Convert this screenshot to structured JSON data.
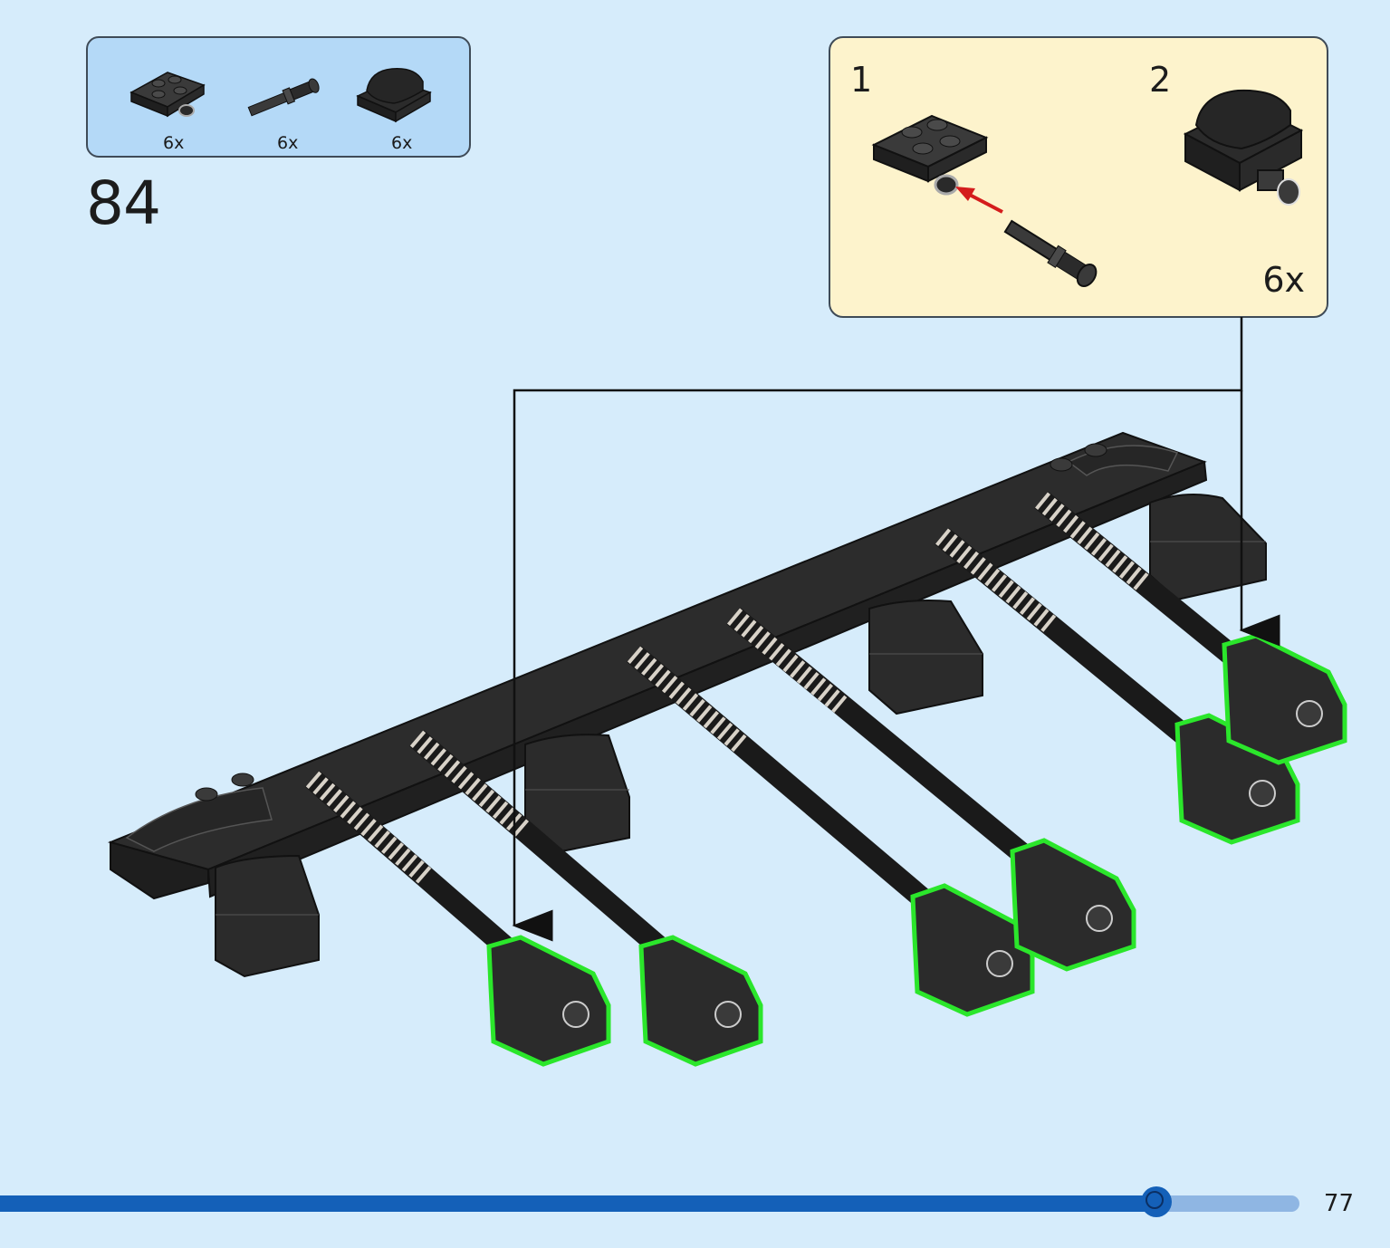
{
  "parts_list": [
    {
      "name": "plate-2x2-with-pin-hole",
      "qty": "6x"
    },
    {
      "name": "pin-with-friction-ridges",
      "qty": "6x"
    },
    {
      "name": "slope-curved-tile",
      "qty": "6x"
    }
  ],
  "step_number": "84",
  "sub_assembly": {
    "steps": [
      "1",
      "2"
    ],
    "quantity": "6x"
  },
  "colors": {
    "background": "#d6ecfb",
    "parts_box": "#b4d9f7",
    "sub_assembly_box": "#fdf3cc",
    "highlight": "#2be62b",
    "arrow_insert": "#d41c1c",
    "brick": "#2b2b2b",
    "pin": "#c8c1b6",
    "progress": "#1460b8"
  },
  "progress": 0.89,
  "page_number": "77"
}
